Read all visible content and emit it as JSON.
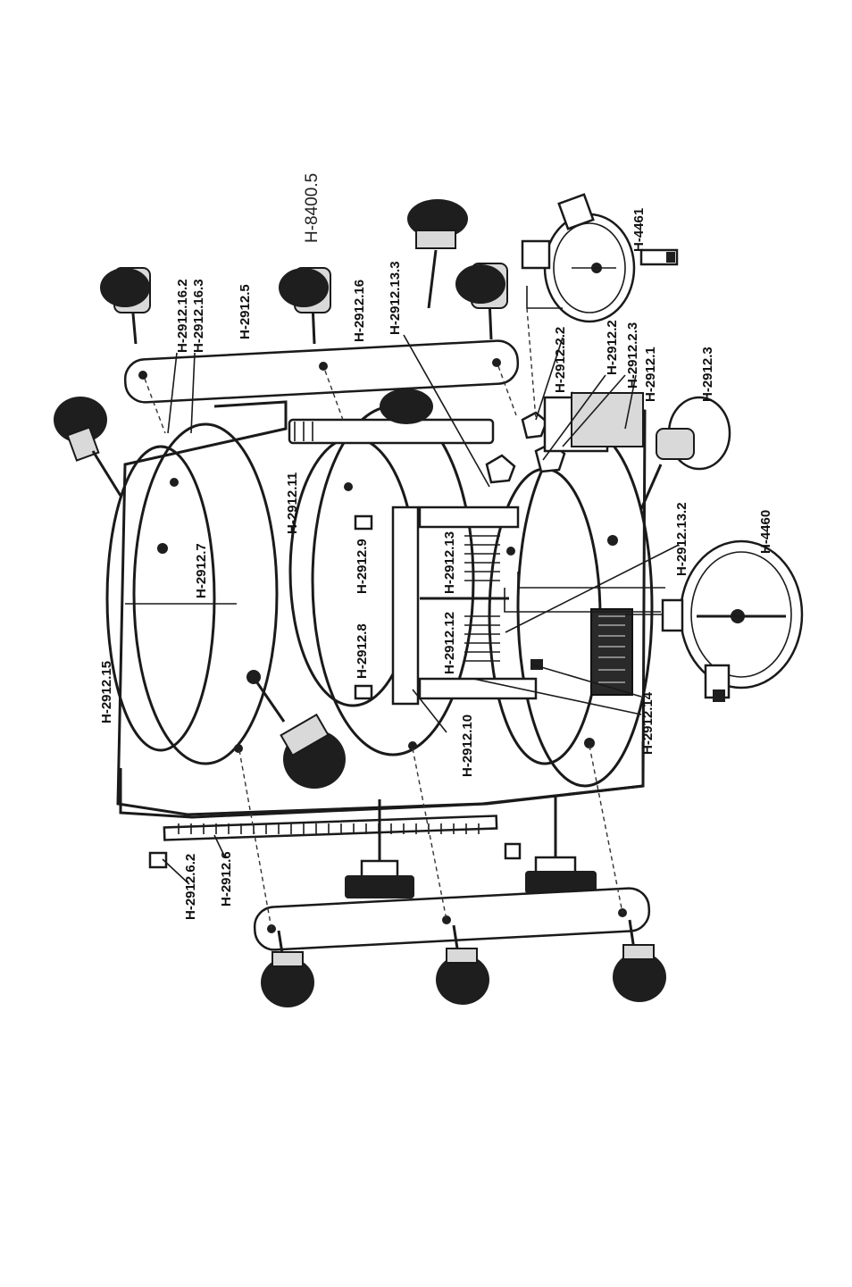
{
  "diagram": {
    "title": "H-8400.5",
    "labels": [
      {
        "id": "h-2912-16-2",
        "text": "H-2912.16.2"
      },
      {
        "id": "h-2912-16-3",
        "text": "H-2912.16.3"
      },
      {
        "id": "h-2912-5",
        "text": "H-2912.5"
      },
      {
        "id": "h-2912-16",
        "text": "H-2912.16"
      },
      {
        "id": "h-2912-13-3",
        "text": "H-2912.13.3"
      },
      {
        "id": "h-2912-2-2",
        "text": "H-2912.2.2"
      },
      {
        "id": "h-2912-2",
        "text": "H-2912.2"
      },
      {
        "id": "h-2912-2-3",
        "text": "H-2912.2.3"
      },
      {
        "id": "h-2912-1",
        "text": "H-2912.1"
      },
      {
        "id": "h-4461",
        "text": "H-4461"
      },
      {
        "id": "h-2912-3",
        "text": "H-2912.3"
      },
      {
        "id": "h-2912-11",
        "text": "H-2912.11"
      },
      {
        "id": "h-2912-9",
        "text": "H-2912.9"
      },
      {
        "id": "h-2912-13",
        "text": "H-2912.13"
      },
      {
        "id": "h-2912-13-2",
        "text": "H-2912.13.2"
      },
      {
        "id": "h-4460",
        "text": "H-4460"
      },
      {
        "id": "h-2912-7",
        "text": "H-2912.7"
      },
      {
        "id": "h-2912-8",
        "text": "H-2912.8"
      },
      {
        "id": "h-2912-12",
        "text": "H-2912.12"
      },
      {
        "id": "h-2912-14",
        "text": "H-2912.14"
      },
      {
        "id": "h-2912-15",
        "text": "H-2912.15"
      },
      {
        "id": "h-2912-10",
        "text": "H-2912.10"
      },
      {
        "id": "h-2912-6-2",
        "text": "H-2912.6.2"
      },
      {
        "id": "h-2912-6",
        "text": "H-2912.6"
      }
    ]
  }
}
